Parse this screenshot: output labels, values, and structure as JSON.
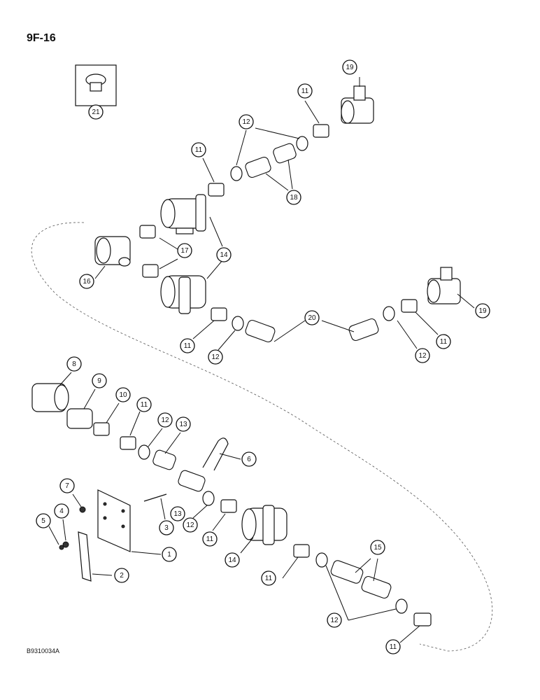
{
  "page": {
    "number": "9F-16",
    "figure_code": "B9310034A"
  },
  "callouts": [
    {
      "id": "c21",
      "label": "21"
    },
    {
      "id": "c19a",
      "label": "19"
    },
    {
      "id": "c11a",
      "label": "11"
    },
    {
      "id": "c12a",
      "label": "12"
    },
    {
      "id": "c11b",
      "label": "11"
    },
    {
      "id": "c18",
      "label": "18"
    },
    {
      "id": "c17",
      "label": "17"
    },
    {
      "id": "c14a",
      "label": "14"
    },
    {
      "id": "c16",
      "label": "16"
    },
    {
      "id": "c20",
      "label": "20"
    },
    {
      "id": "c19b",
      "label": "19"
    },
    {
      "id": "c11c",
      "label": "11"
    },
    {
      "id": "c12b",
      "label": "12"
    },
    {
      "id": "c12c",
      "label": "12"
    },
    {
      "id": "c11d",
      "label": "11"
    },
    {
      "id": "c8",
      "label": "8"
    },
    {
      "id": "c9",
      "label": "9"
    },
    {
      "id": "c10",
      "label": "10"
    },
    {
      "id": "c11e",
      "label": "11"
    },
    {
      "id": "c12d",
      "label": "12"
    },
    {
      "id": "c13a",
      "label": "13"
    },
    {
      "id": "c6",
      "label": "6"
    },
    {
      "id": "c7",
      "label": "7"
    },
    {
      "id": "c4",
      "label": "4"
    },
    {
      "id": "c5",
      "label": "5"
    },
    {
      "id": "c3",
      "label": "3"
    },
    {
      "id": "c13b",
      "label": "13"
    },
    {
      "id": "c12e",
      "label": "12"
    },
    {
      "id": "c11f",
      "label": "11"
    },
    {
      "id": "c1",
      "label": "1"
    },
    {
      "id": "c2",
      "label": "2"
    },
    {
      "id": "c14b",
      "label": "14"
    },
    {
      "id": "c11g",
      "label": "11"
    },
    {
      "id": "c15",
      "label": "15"
    },
    {
      "id": "c12f",
      "label": "12"
    },
    {
      "id": "c11h",
      "label": "11"
    }
  ]
}
